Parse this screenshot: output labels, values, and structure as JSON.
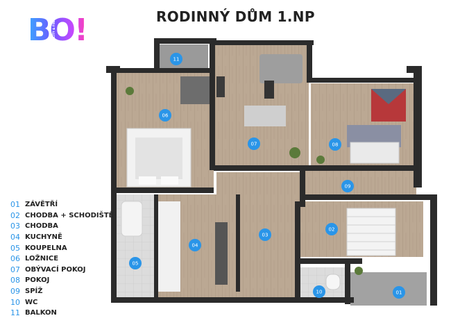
{
  "title": "RODINNÝ DŮM 1.NP",
  "logo": {
    "text": "BO!",
    "tagline": "REALITY & FINANCE"
  },
  "legend": [
    {
      "num": "01",
      "label": "ZÁVĚTŘÍ"
    },
    {
      "num": "02",
      "label": "CHODBA + SCHODIŠTĚ"
    },
    {
      "num": "03",
      "label": "CHODBA"
    },
    {
      "num": "04",
      "label": "KUCHYNĚ"
    },
    {
      "num": "05",
      "label": "KOUPELNA"
    },
    {
      "num": "06",
      "label": "LOŽNICE"
    },
    {
      "num": "07",
      "label": "OBÝVACÍ POKOJ"
    },
    {
      "num": "08",
      "label": "POKOJ"
    },
    {
      "num": "09",
      "label": "SPÍŽ"
    },
    {
      "num": "10",
      "label": "WC"
    },
    {
      "num": "11",
      "label": "BALKON"
    }
  ],
  "room_markers": [
    "11",
    "06",
    "07",
    "08",
    "09",
    "02",
    "03",
    "04",
    "05",
    "10",
    "01"
  ],
  "colors": {
    "marker": "#2a95e8",
    "legend_number": "#2a95e8",
    "wall": "#2b2b2b",
    "floor": "#b9a58f",
    "tile": "#d8d8d8"
  }
}
